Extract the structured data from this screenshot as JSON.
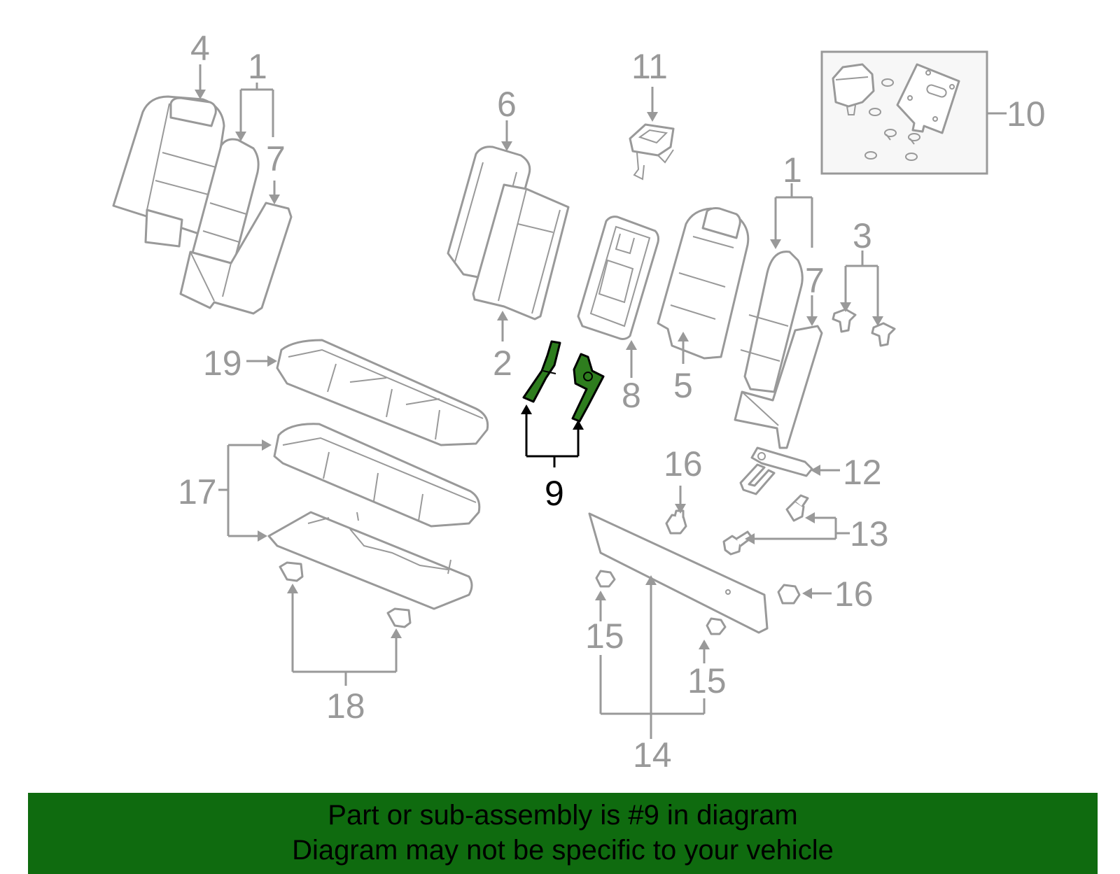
{
  "callouts": {
    "c1a": "1",
    "c1b": "1",
    "c2": "2",
    "c3": "3",
    "c4": "4",
    "c5": "5",
    "c6": "6",
    "c7a": "7",
    "c7b": "7",
    "c8": "8",
    "c9": "9",
    "c10": "10",
    "c11": "11",
    "c12": "12",
    "c13": "13",
    "c14": "14",
    "c15a": "15",
    "c15b": "15",
    "c16a": "16",
    "c16b": "16",
    "c17": "17",
    "c18": "18",
    "c19": "19"
  },
  "highlight_color": "#2e7d1e",
  "banner": {
    "color": "#0f6b0f",
    "line1": "Part or sub-assembly is #9 in diagram",
    "line2": "Diagram may not be specific to your vehicle"
  }
}
